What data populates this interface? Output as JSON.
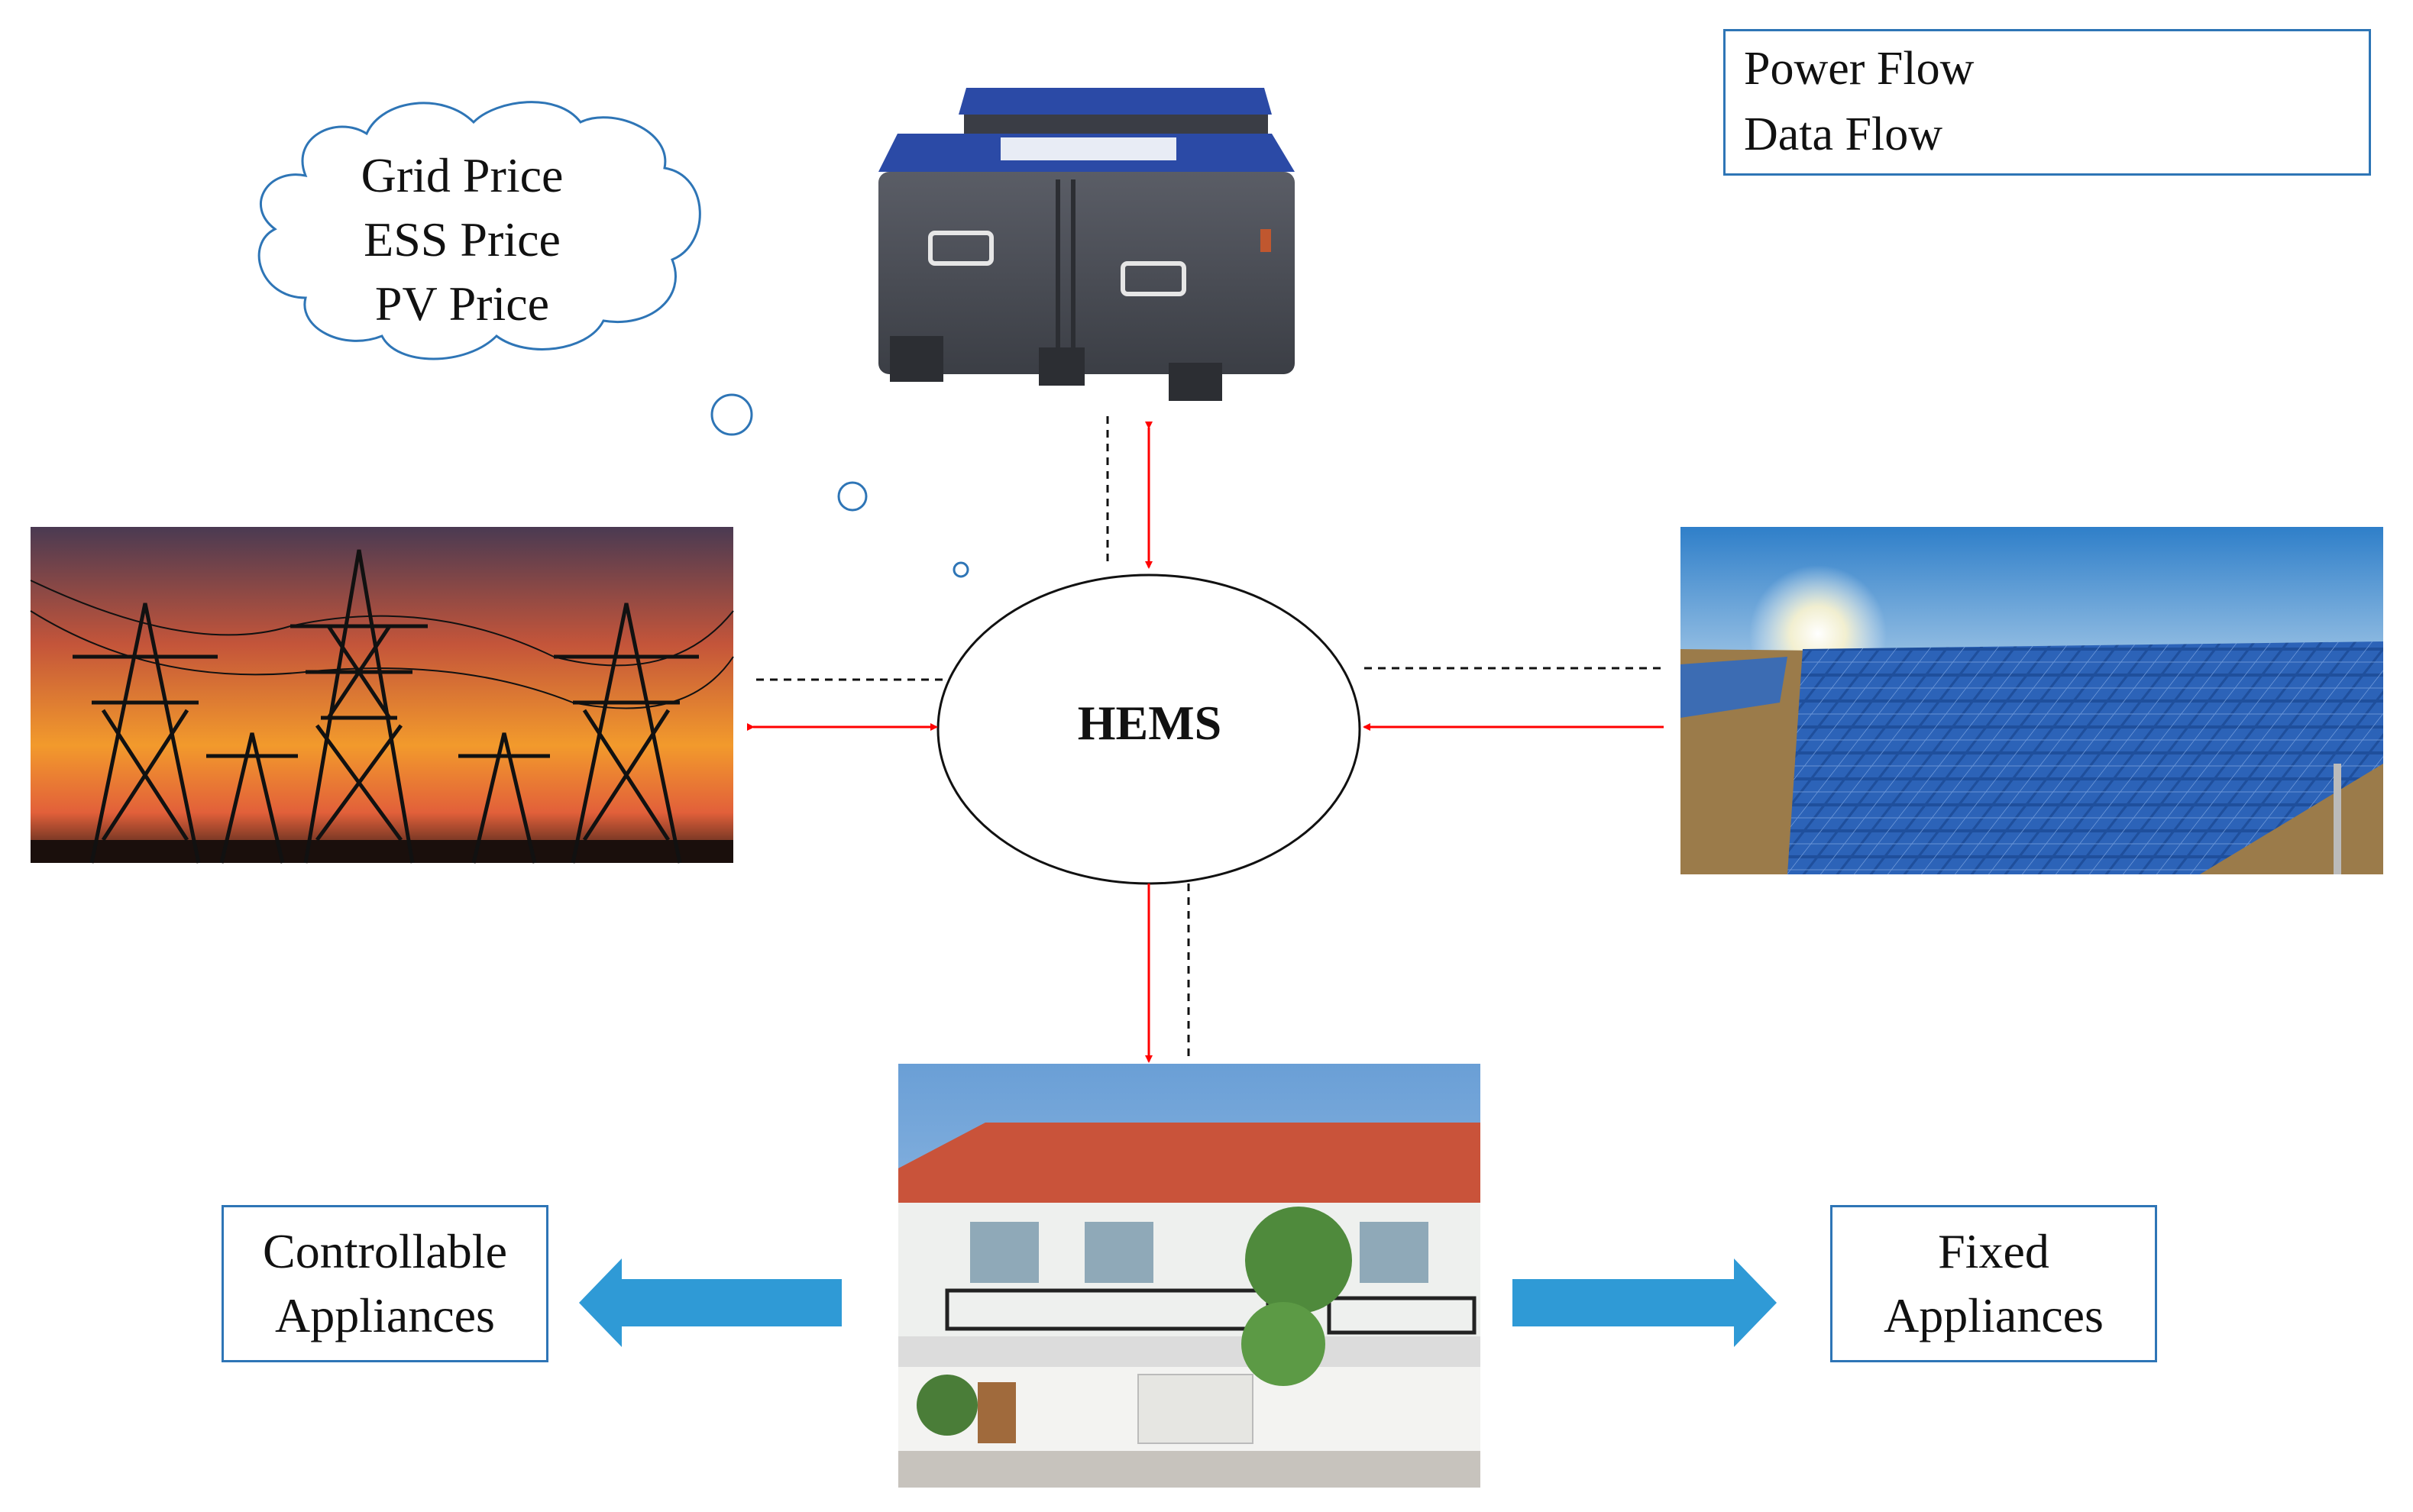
{
  "legend": {
    "power_flow_label": "Power Flow",
    "data_flow_label": "Data Flow",
    "power_flow_color": "#ff0000",
    "data_flow_color": "#000000"
  },
  "cloud": {
    "lines": [
      "Grid Price",
      "ESS Price",
      "PV Price"
    ]
  },
  "hub": {
    "label": "HEMS"
  },
  "appliances": {
    "controllable_line1": "Controllable",
    "controllable_line2": "Appliances",
    "fixed_line1": "Fixed",
    "fixed_line2": "Appliances"
  },
  "images": {
    "battery": "battery-storage-image",
    "grid": "power-grid-towers-image",
    "solar": "solar-panels-image",
    "house": "residential-house-image"
  },
  "colors": {
    "box_border": "#2e75b6",
    "arrow_fill": "#2f9ad6",
    "cloud_stroke": "#2e75b6"
  }
}
